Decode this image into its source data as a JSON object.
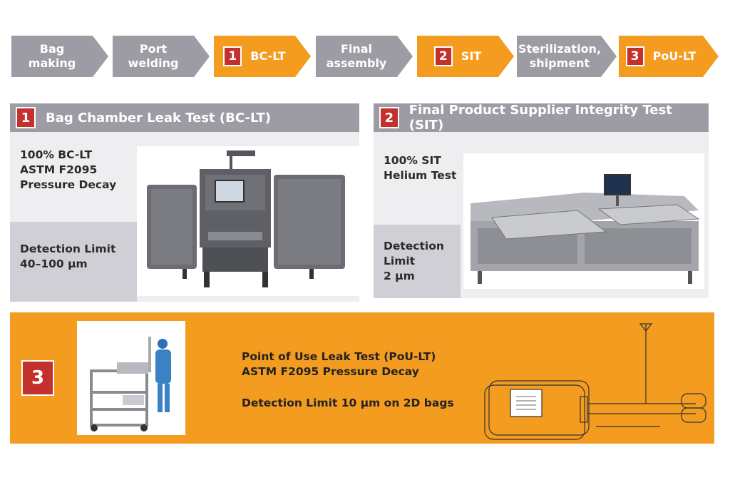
{
  "process_steps": [
    {
      "label": "Bag\nmaking",
      "number": "",
      "highlight": false
    },
    {
      "label": "Port\nwelding",
      "number": "",
      "highlight": false
    },
    {
      "label": "BC-LT",
      "number": "1",
      "highlight": true
    },
    {
      "label": "Final\nassembly",
      "number": "",
      "highlight": false
    },
    {
      "label": "SIT",
      "number": "2",
      "highlight": true
    },
    {
      "label": "Sterilization,\nshipment",
      "number": "",
      "highlight": false
    },
    {
      "label": "PoU-LT",
      "number": "3",
      "highlight": true
    }
  ],
  "panel1": {
    "number": "1",
    "title": "Bag Chamber Leak Test (BC-LT)",
    "spec": "100% BC-LT\nASTM F2095\nPressure Decay",
    "detection": "Detection Limit\n40–100 µm"
  },
  "panel2": {
    "number": "2",
    "title": "Final Product Supplier Integrity Test (SIT)",
    "spec": "100% SIT\nHelium Test",
    "detection": "Detection\nLimit\n2 µm"
  },
  "panel3": {
    "number": "3",
    "line1": "Point of Use Leak Test (PoU-LT)\nASTM F2095 Pressure Decay",
    "line2": "Detection Limit 10 µm on 2D bags"
  },
  "colors": {
    "gray": "#9d9ca5",
    "orange": "#f39c1f",
    "red": "#c4302b",
    "panel_light": "#eeeef1",
    "panel_dark": "#cfcfd5"
  }
}
